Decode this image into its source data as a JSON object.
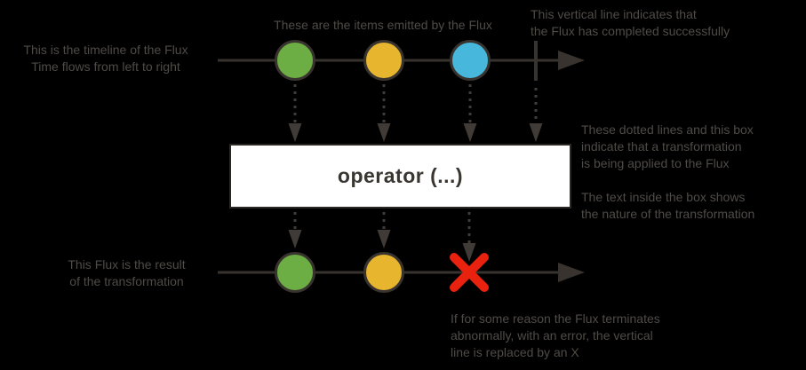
{
  "colors": {
    "background": "#000000",
    "line": "#38332e",
    "dotted": "#403b36",
    "annotation_text": "#4f4b47",
    "operator_box_bg": "#ffffff",
    "operator_box_border": "#2b2723",
    "operator_text": "#3a3632",
    "item_green": "#6cae43",
    "item_yellow": "#e7b52e",
    "item_blue": "#47b8db",
    "error_red": "#e8220e"
  },
  "operator": {
    "label": "operator (...)"
  },
  "annotations": {
    "timeline_note": "This is the timeline of the Flux\nTime flows from left to right",
    "items_note": "These are the items emitted by the Flux",
    "complete_note": "This vertical line indicates that\nthe Flux has completed successfully",
    "transform_note": "These dotted lines and this box\nindicate that a transformation\nis being applied to the Flux\n\nThe text inside the box shows\nthe nature of the transformation",
    "result_note": "This Flux is the result\nof the transformation",
    "error_note": "If for some reason the Flux terminates\nabnormally, with an error, the vertical\nline is replaced by an X"
  },
  "diagram": {
    "source_flux": {
      "items": [
        "green",
        "yellow",
        "blue"
      ],
      "terminal": "complete"
    },
    "result_flux": {
      "items": [
        "green",
        "yellow"
      ],
      "terminal": "error"
    }
  }
}
